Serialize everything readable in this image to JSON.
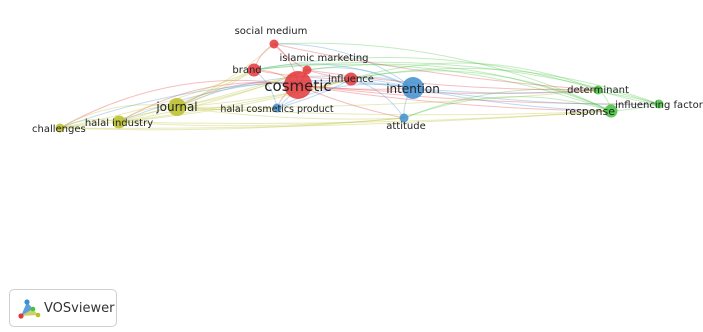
{
  "app": {
    "name": "VOSviewer"
  },
  "clusters": {
    "red": "#e4363a",
    "blue": "#3f8fd0",
    "green": "#43c33c",
    "yellow": "#b8be27"
  },
  "nodes": [
    {
      "id": "cosmetic",
      "label": "cosmetic",
      "cluster": "red",
      "weight": 5
    },
    {
      "id": "social_medium",
      "label": "social medium",
      "cluster": "red",
      "weight": 1
    },
    {
      "id": "islamic_marketing",
      "label": "islamic marketing",
      "cluster": "red",
      "weight": 1
    },
    {
      "id": "brand",
      "label": "brand",
      "cluster": "red",
      "weight": 2
    },
    {
      "id": "influence",
      "label": "influence",
      "cluster": "red",
      "weight": 2
    },
    {
      "id": "intention",
      "label": "intention",
      "cluster": "blue",
      "weight": 4
    },
    {
      "id": "attitude",
      "label": "attitude",
      "cluster": "blue",
      "weight": 1
    },
    {
      "id": "halal_cosmetics_product",
      "label": "halal cosmetics product",
      "cluster": "blue",
      "weight": 1
    },
    {
      "id": "journal",
      "label": "journal",
      "cluster": "yellow",
      "weight": 3
    },
    {
      "id": "halal_industry",
      "label": "halal industry",
      "cluster": "yellow",
      "weight": 2
    },
    {
      "id": "challenges",
      "label": "challenges",
      "cluster": "yellow",
      "weight": 1
    },
    {
      "id": "determinant",
      "label": "determinant",
      "cluster": "green",
      "weight": 1
    },
    {
      "id": "response",
      "label": "response",
      "cluster": "green",
      "weight": 2
    },
    {
      "id": "influencing_factor",
      "label": "influencing factor",
      "cluster": "green",
      "weight": 1
    }
  ],
  "links": [
    [
      "cosmetic",
      "social_medium"
    ],
    [
      "cosmetic",
      "islamic_marketing"
    ],
    [
      "cosmetic",
      "brand"
    ],
    [
      "cosmetic",
      "influence"
    ],
    [
      "cosmetic",
      "intention"
    ],
    [
      "cosmetic",
      "attitude"
    ],
    [
      "cosmetic",
      "halal_cosmetics_product"
    ],
    [
      "cosmetic",
      "journal"
    ],
    [
      "cosmetic",
      "halal_industry"
    ],
    [
      "cosmetic",
      "challenges"
    ],
    [
      "cosmetic",
      "determinant"
    ],
    [
      "cosmetic",
      "response"
    ],
    [
      "cosmetic",
      "influencing_factor"
    ],
    [
      "intention",
      "social_medium"
    ],
    [
      "intention",
      "islamic_marketing"
    ],
    [
      "intention",
      "brand"
    ],
    [
      "intention",
      "influence"
    ],
    [
      "intention",
      "attitude"
    ],
    [
      "intention",
      "halal_cosmetics_product"
    ],
    [
      "intention",
      "journal"
    ],
    [
      "intention",
      "halal_industry"
    ],
    [
      "intention",
      "challenges"
    ],
    [
      "intention",
      "determinant"
    ],
    [
      "intention",
      "response"
    ],
    [
      "intention",
      "influencing_factor"
    ],
    [
      "journal",
      "halal_industry"
    ],
    [
      "journal",
      "challenges"
    ],
    [
      "journal",
      "brand"
    ],
    [
      "journal",
      "influence"
    ],
    [
      "journal",
      "social_medium"
    ],
    [
      "journal",
      "islamic_marketing"
    ],
    [
      "journal",
      "response"
    ],
    [
      "journal",
      "determinant"
    ],
    [
      "journal",
      "attitude"
    ],
    [
      "journal",
      "halal_cosmetics_product"
    ],
    [
      "halal_industry",
      "challenges"
    ],
    [
      "halal_industry",
      "brand"
    ],
    [
      "halal_industry",
      "islamic_marketing"
    ],
    [
      "halal_industry",
      "influence"
    ],
    [
      "halal_industry",
      "response"
    ],
    [
      "halal_industry",
      "attitude"
    ],
    [
      "challenges",
      "brand"
    ],
    [
      "challenges",
      "influence"
    ],
    [
      "challenges",
      "response"
    ],
    [
      "challenges",
      "attitude"
    ],
    [
      "challenges",
      "islamic_marketing"
    ],
    [
      "response",
      "determinant"
    ],
    [
      "response",
      "influencing_factor"
    ],
    [
      "determinant",
      "influencing_factor"
    ],
    [
      "response",
      "influence"
    ],
    [
      "response",
      "brand"
    ],
    [
      "response",
      "attitude"
    ],
    [
      "response",
      "social_medium"
    ],
    [
      "response",
      "islamic_marketing"
    ],
    [
      "determinant",
      "influence"
    ],
    [
      "determinant",
      "brand"
    ],
    [
      "influencing_factor",
      "influence"
    ],
    [
      "influencing_factor",
      "brand"
    ],
    [
      "influencing_factor",
      "attitude"
    ],
    [
      "social_medium",
      "islamic_marketing"
    ],
    [
      "social_medium",
      "brand"
    ],
    [
      "islamic_marketing",
      "influence"
    ],
    [
      "brand",
      "influence"
    ],
    [
      "attitude",
      "influence"
    ],
    [
      "halal_cosmetics_product",
      "brand"
    ],
    [
      "halal_cosmetics_product",
      "influence"
    ],
    [
      "halal_cosmetics_product",
      "islamic_marketing"
    ],
    [
      "social_medium",
      "determinant"
    ],
    [
      "islamic_marketing",
      "determinant"
    ]
  ]
}
